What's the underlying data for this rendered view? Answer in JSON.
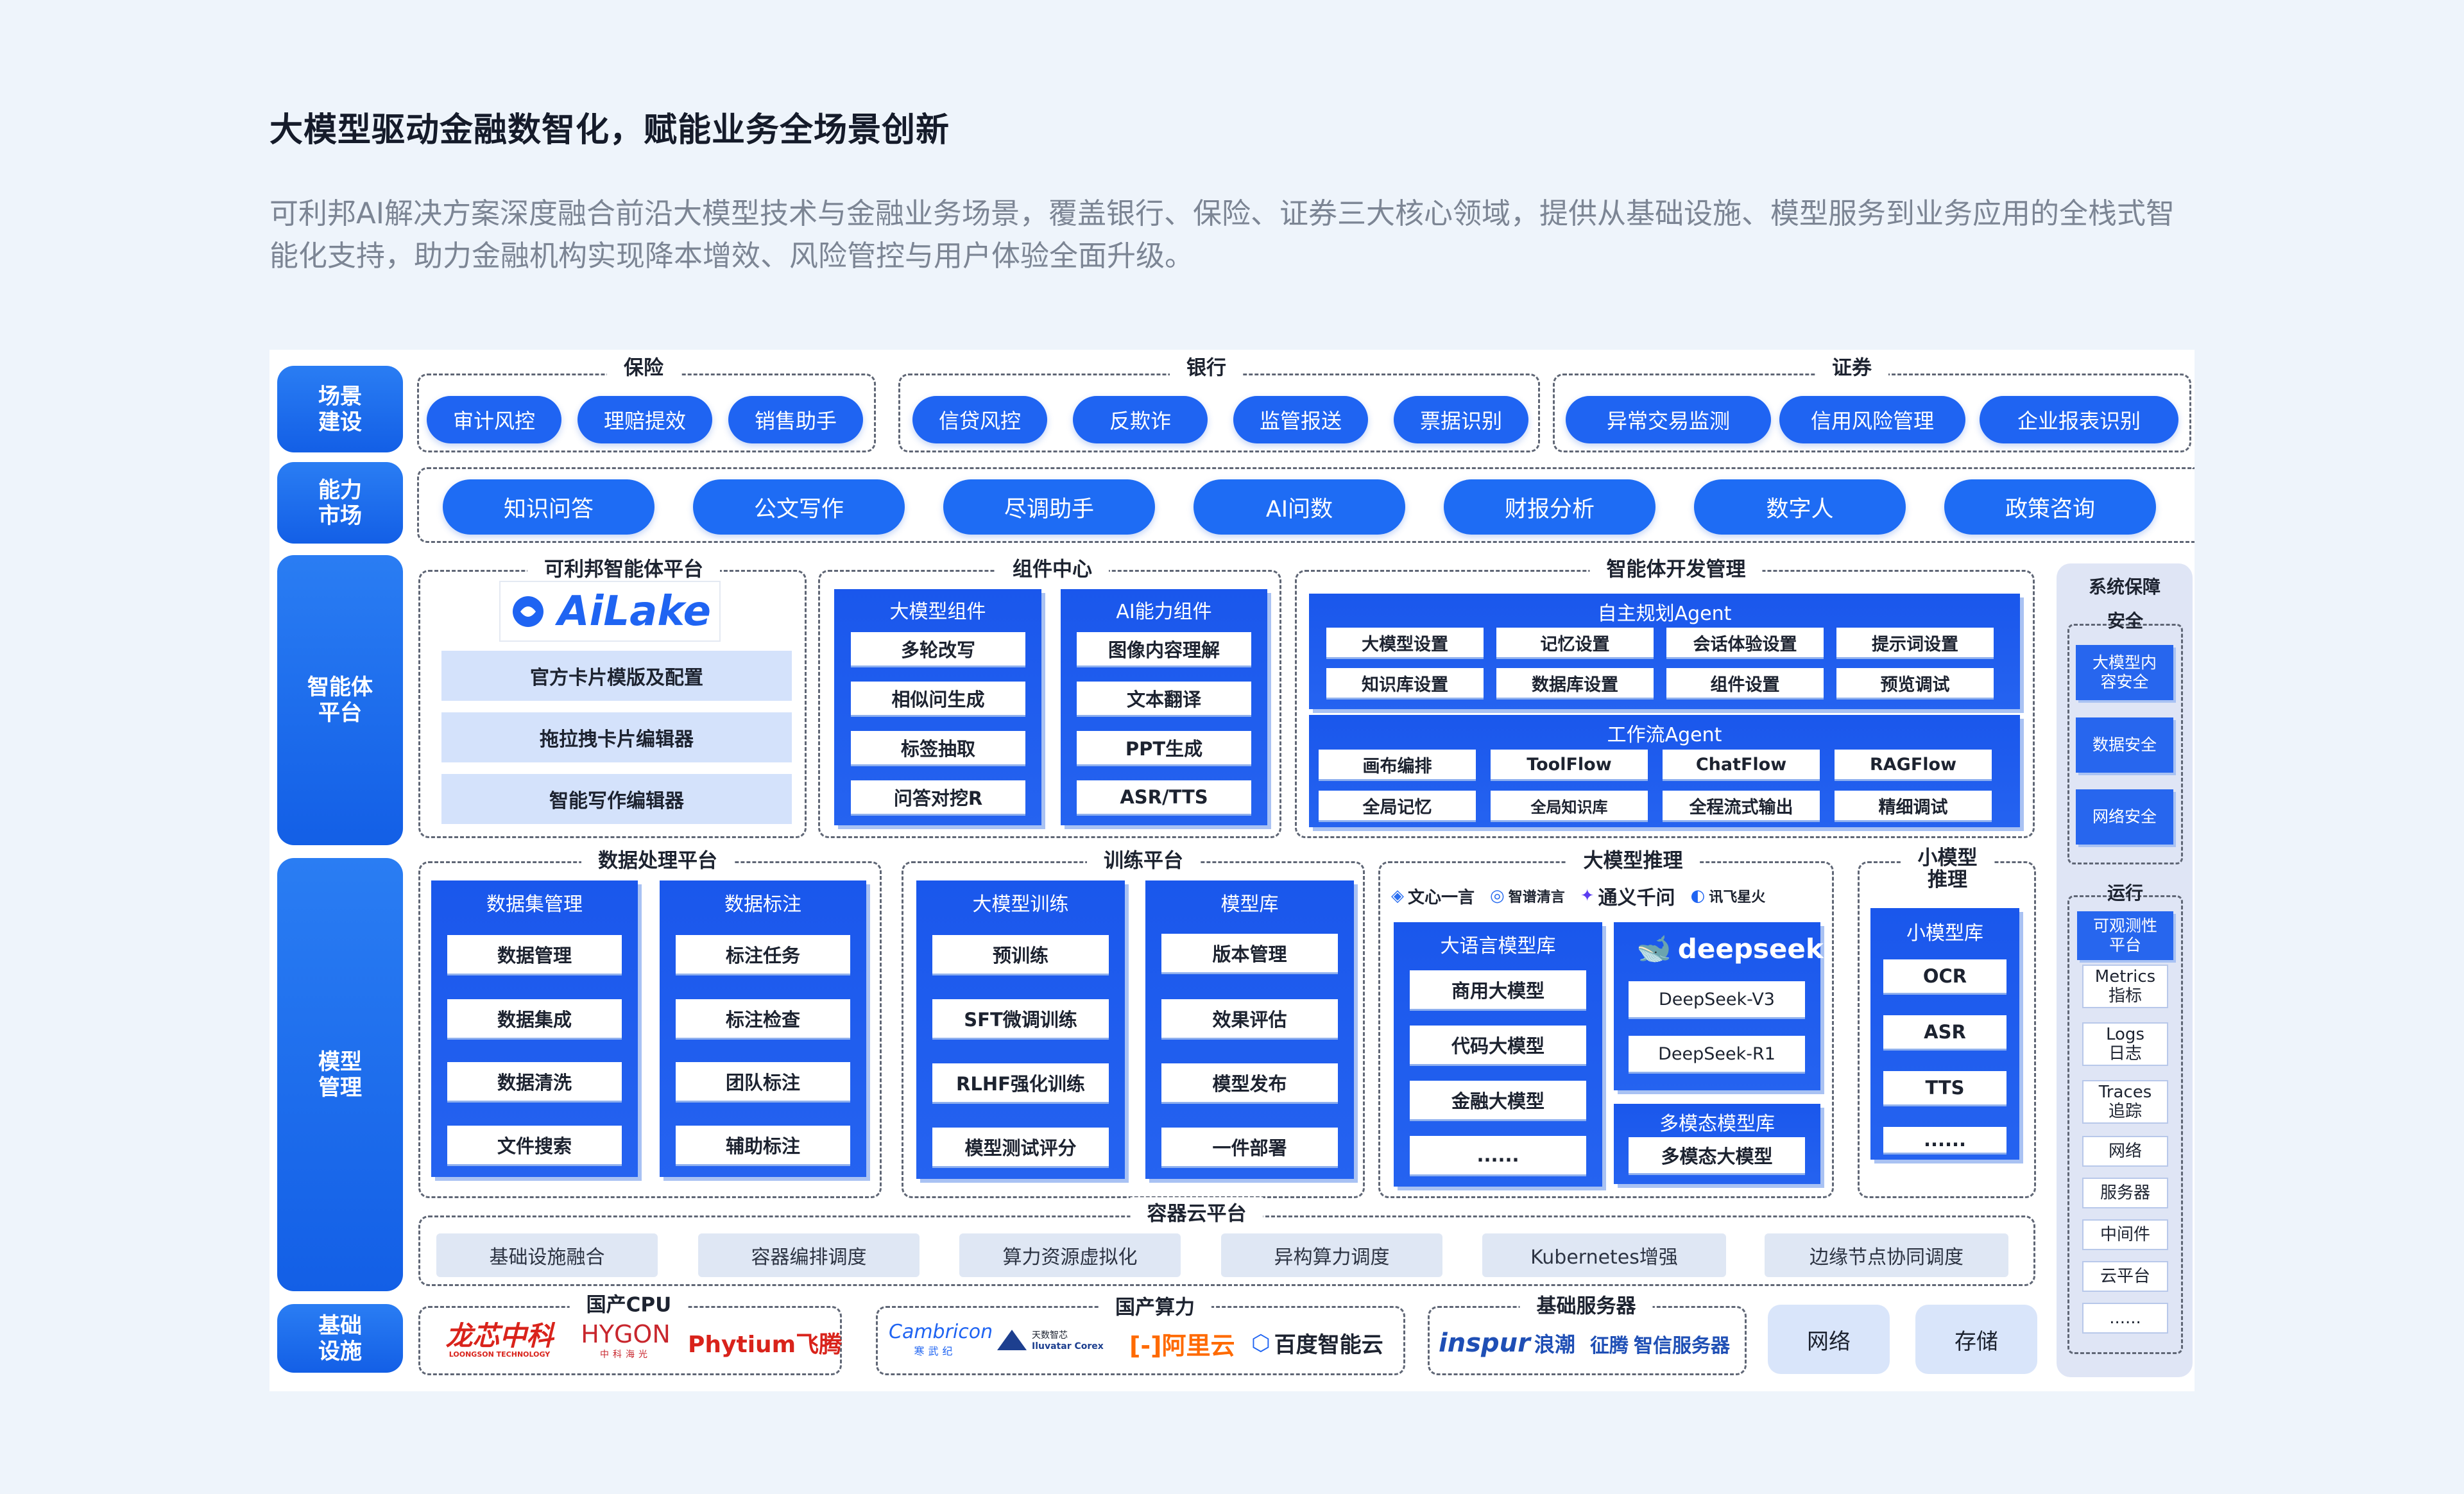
{
  "header": {
    "title": "大模型驱动金融数智化，赋能业务全场景创新",
    "description": "可利邦AI解决方案深度融合前沿大模型技术与金融业务场景，覆盖银行、保险、证券三大核心领域，提供从基础设施、模型服务到业务应用的全栈式智能化支持，助力金融机构实现降本增效、风险管控与用户体验全面升级。"
  },
  "bands": {
    "scene": "场景\n建设",
    "ability": "能力\n市场",
    "agent": "智能体\n平台",
    "model": "模型\n管理",
    "infra": "基础\n设施"
  },
  "scene": {
    "insurance": {
      "title": "保险",
      "items": [
        "审计风控",
        "理赔提效",
        "销售助手"
      ]
    },
    "bank": {
      "title": "银行",
      "items": [
        "信贷风控",
        "反欺诈",
        "监管报送",
        "票据识别"
      ]
    },
    "securities": {
      "title": "证券",
      "items": [
        "异常交易监测",
        "信用风险管理",
        "企业报表识别"
      ]
    }
  },
  "ability": {
    "items": [
      "知识问答",
      "公文写作",
      "尽调助手",
      "AI问数",
      "财报分析",
      "数字人",
      "政策咨询"
    ]
  },
  "agent_platform": {
    "title": "可利邦智能体平台",
    "logo": "AiLake",
    "items": [
      "官方卡片模版及配置",
      "拖拉拽卡片编辑器",
      "智能写作编辑器"
    ]
  },
  "component_center": {
    "title": "组件中心",
    "llm": {
      "title": "大模型组件",
      "items": [
        "多轮改写",
        "相似问生成",
        "标签抽取",
        "问答对挖R"
      ]
    },
    "ai": {
      "title": "AI能力组件",
      "items": [
        "图像内容理解",
        "文本翻译",
        "PPT生成",
        "ASR/TTS"
      ]
    }
  },
  "agent_dev": {
    "title": "智能体开发管理",
    "auto": {
      "title": "自主规划Agent",
      "items": [
        "大模型设置",
        "记忆设置",
        "会话体验设置",
        "提示词设置",
        "知识库设置",
        "数据库设置",
        "组件设置",
        "预览调试"
      ]
    },
    "flow": {
      "title": "工作流Agent",
      "items": [
        "画布编排",
        "ToolFlow",
        "ChatFlow",
        "RAGFlow",
        "全局记忆",
        "全局知识库",
        "全程流式输出",
        "精细调试"
      ]
    }
  },
  "system": {
    "title": "系统保障",
    "security": {
      "title": "安全",
      "items": [
        "大模型内\n容安全",
        "数据安全",
        "网络安全"
      ]
    },
    "ops": {
      "title": "运行",
      "head": "可观测性\n平台",
      "items": [
        "Metrics\n指标",
        "Logs\n日志",
        "Traces\n追踪",
        "网络",
        "服务器",
        "中间件",
        "云平台",
        "......"
      ]
    }
  },
  "data_platform": {
    "title": "数据处理平台",
    "dataset": {
      "title": "数据集管理",
      "items": [
        "数据管理",
        "数据集成",
        "数据清洗",
        "文件搜索"
      ]
    },
    "label": {
      "title": "数据标注",
      "items": [
        "标注任务",
        "标注检查",
        "团队标注",
        "辅助标注"
      ]
    }
  },
  "train_platform": {
    "title": "训练平台",
    "train": {
      "title": "大模型训练",
      "items": [
        "预训练",
        "SFT微调训练",
        "RLHF强化训练",
        "模型测试评分"
      ]
    },
    "repo": {
      "title": "模型库",
      "items": [
        "版本管理",
        "效果评估",
        "模型发布",
        "一件部署"
      ]
    }
  },
  "inference": {
    "title": "大模型推理",
    "vendors": [
      "文心一言",
      "智谱清言",
      "通义千问",
      "讯飞星火"
    ],
    "lang": {
      "title": "大语言模型库",
      "items": [
        "商用大模型",
        "代码大模型",
        "金融大模型",
        "......"
      ]
    },
    "deepseek": {
      "logo": "deepseek",
      "items": [
        "DeepSeek-V3",
        "DeepSeek-R1"
      ]
    },
    "multi": {
      "title": "多模态模型库",
      "items": [
        "多模态大模型"
      ]
    }
  },
  "small_model": {
    "title": "小模型\n推理",
    "lib": {
      "title": "小模型库",
      "items": [
        "OCR",
        "ASR",
        "TTS",
        "......"
      ]
    }
  },
  "container": {
    "title": "容器云平台",
    "items": [
      "基础设施融合",
      "容器编排调度",
      "算力资源虚拟化",
      "异构算力调度",
      "Kubernetes增强",
      "边缘节点协同调度"
    ]
  },
  "infra": {
    "cpu": {
      "title": "国产CPU",
      "logos": [
        "龙芯中科",
        "LOONGSON TECHNOLOGY",
        "HYGON",
        "中科海光",
        "Phytium飞腾"
      ]
    },
    "compute": {
      "title": "国产算力",
      "logos": [
        "Cambricon",
        "寒武纪",
        "天数智芯",
        "Iluvatar Corex",
        "阿里云",
        "百度智能云"
      ]
    },
    "service": {
      "title": "基础服务器",
      "logos": [
        "inspur",
        "浪潮",
        "征腾",
        "智信服务器"
      ]
    },
    "network": "网络",
    "storage": "存储"
  },
  "colors": {
    "primary": "#1f64f2",
    "band": "#1a68ee",
    "light": "#d4e2fb",
    "background": "#eef4fb"
  }
}
